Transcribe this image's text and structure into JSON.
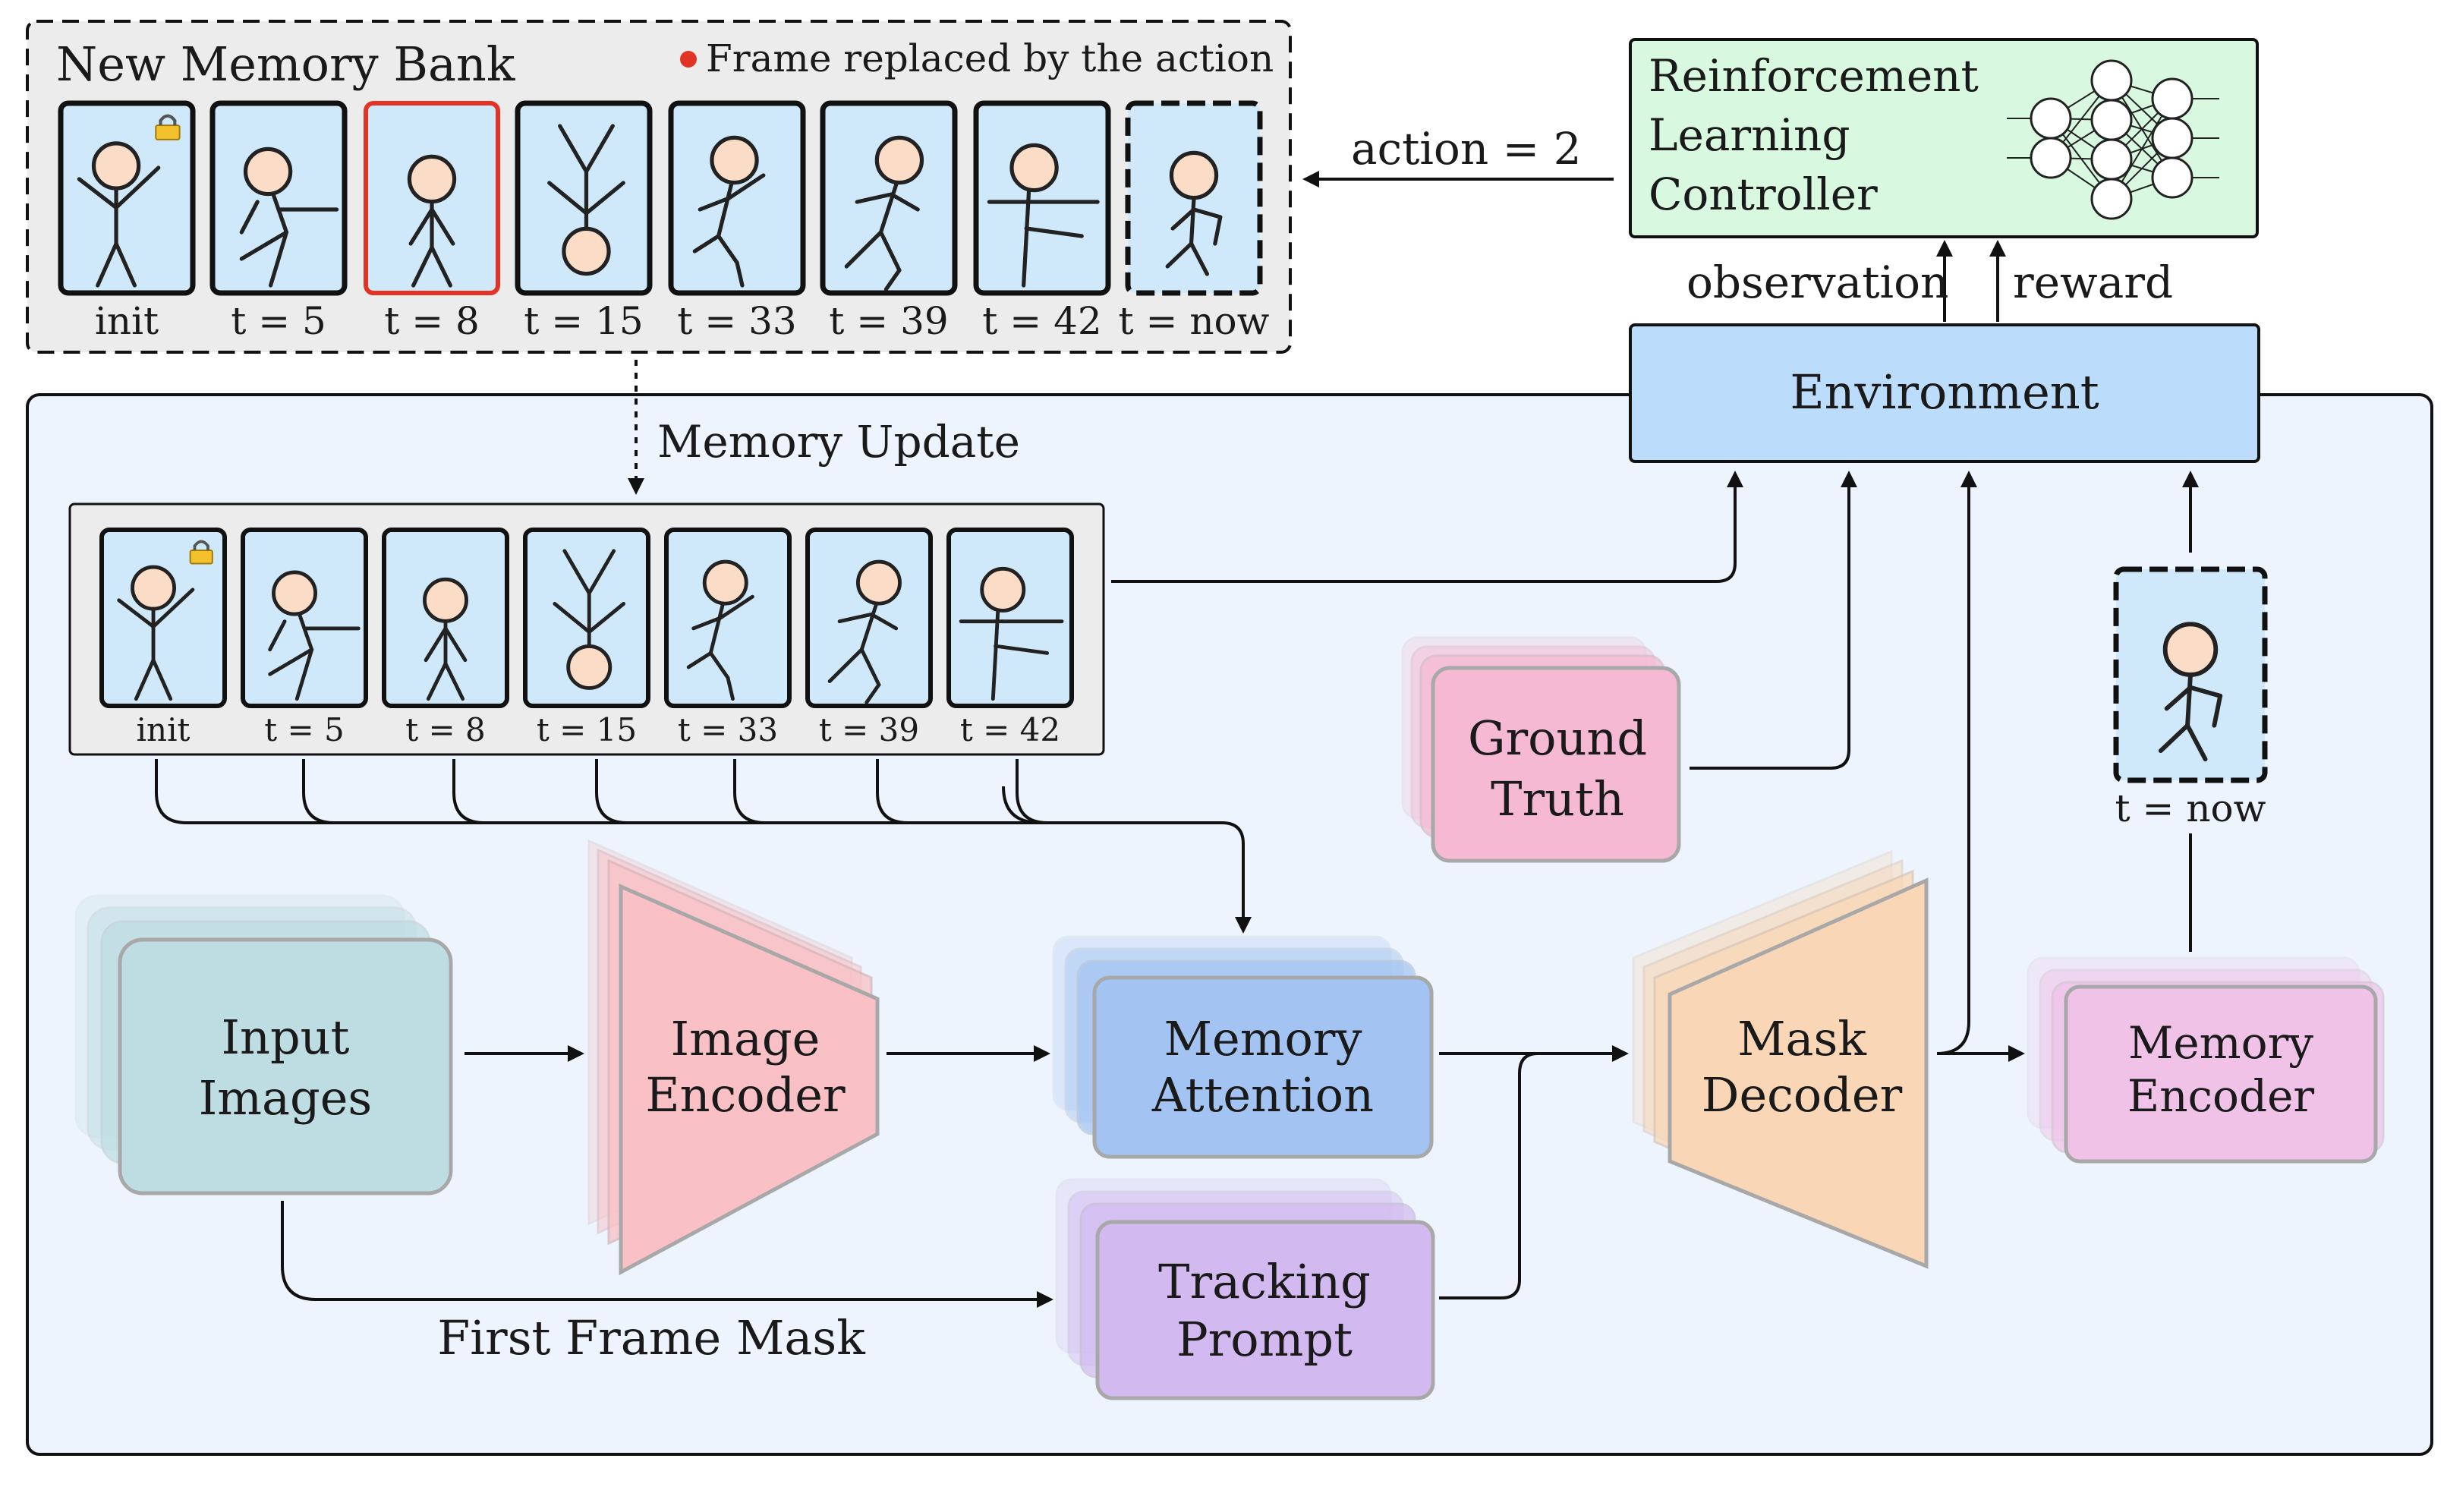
{
  "new_memory_bank": {
    "title": "New Memory Bank",
    "legend": "Frame replaced by the action",
    "frames": [
      "init",
      "t = 5",
      "t = 8",
      "t = 15",
      "t = 33",
      "t = 39",
      "t = 42",
      "t = now"
    ]
  },
  "memory_bank": {
    "frames": [
      "init",
      "t = 5",
      "t = 8",
      "t = 15",
      "t = 33",
      "t = 39",
      "t = 42"
    ]
  },
  "current_frame": {
    "label": "t = now"
  },
  "action_label": "action = 2",
  "memory_update_label": "Memory Update",
  "observation_label": "observation",
  "reward_label": "reward",
  "first_frame_mask_label": "First Frame Mask",
  "rl_controller": {
    "lines": [
      "Reinforcement",
      "Learning",
      "Controller"
    ]
  },
  "environment": {
    "label": "Environment"
  },
  "ground_truth": {
    "lines": [
      "Ground",
      "Truth"
    ]
  },
  "input_images": {
    "lines": [
      "Input",
      "Images"
    ]
  },
  "image_encoder": {
    "lines": [
      "Image",
      "Encoder"
    ]
  },
  "memory_attention": {
    "lines": [
      "Memory",
      "Attention"
    ]
  },
  "tracking_prompt": {
    "lines": [
      "Tracking",
      "Prompt"
    ]
  },
  "mask_decoder": {
    "lines": [
      "Mask",
      "Decoder"
    ]
  },
  "memory_encoder": {
    "lines": [
      "Memory",
      "Encoder"
    ]
  },
  "colors": {
    "panel_bg": "#edf4fd",
    "rl_controller": "#d8f9df",
    "environment": "#bcdcfb",
    "ground_truth": "#f5b9d3",
    "input_images": "#bedde2",
    "image_encoder": "#f9c1c6",
    "memory_attention": "#a3c4f2",
    "tracking_prompt": "#d2baf0",
    "mask_decoder": "#f9d7b6",
    "memory_encoder": "#f0c2e8",
    "frame_bg": "#cfe9fb",
    "replaced_frame": "#e13424"
  }
}
